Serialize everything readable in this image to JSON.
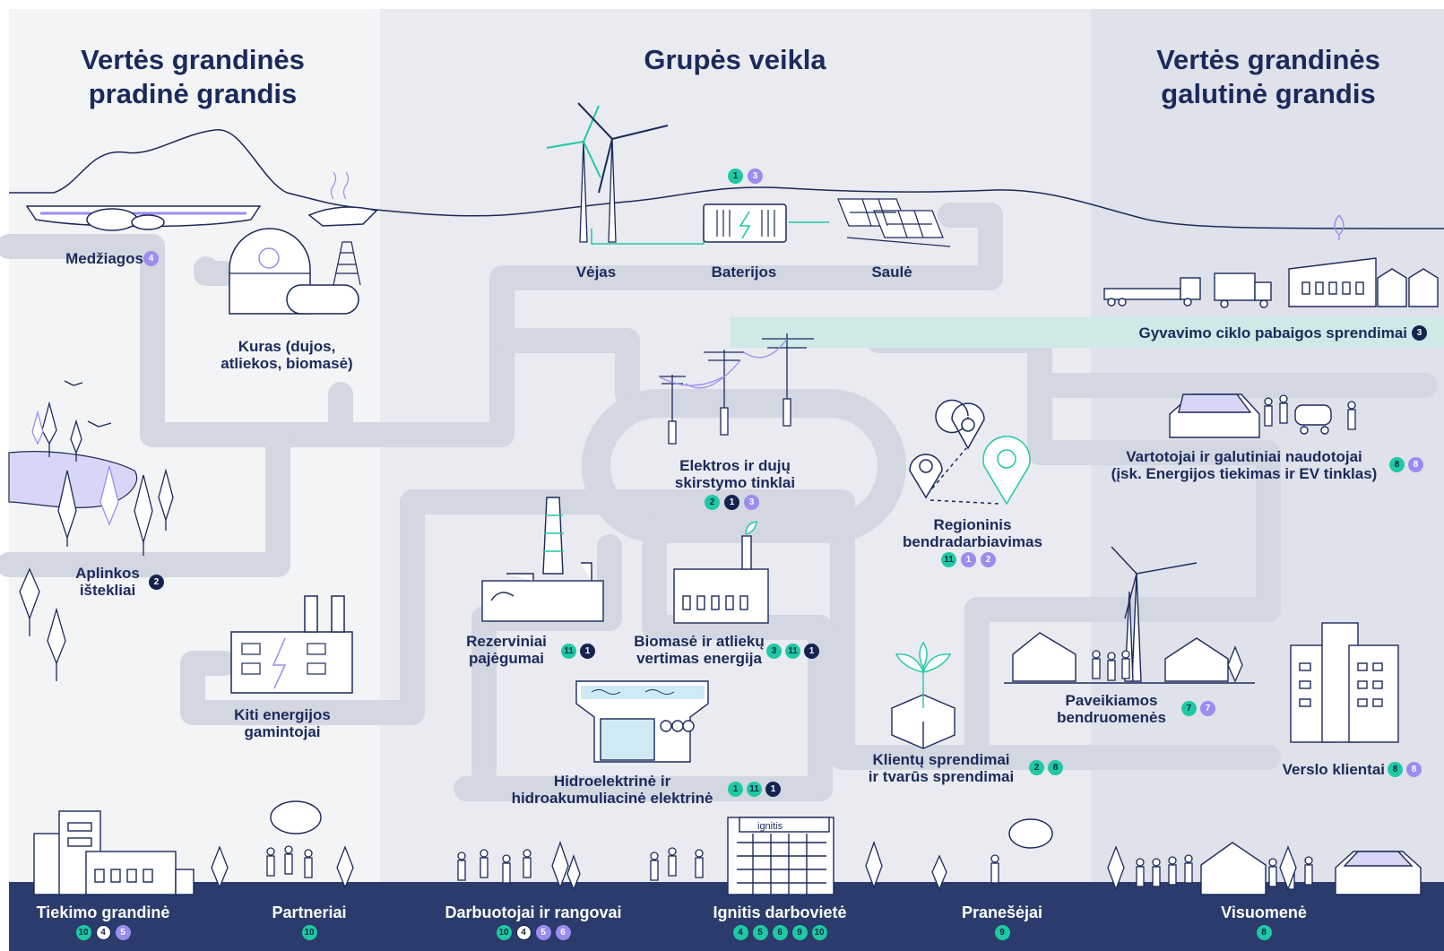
{
  "headers": {
    "left": "Vertės grandinės\npradinė grandis",
    "center": "Grupės veikla",
    "right": "Vertės grandinės\ngalutinė grandis"
  },
  "nodes": {
    "medziagos": {
      "label": "Medžiagos",
      "badges": [
        {
          "n": "4",
          "c": "p"
        }
      ]
    },
    "kuras": {
      "label": "Kuras (dujos,\natliekos, biomasė)",
      "badges": []
    },
    "aplinkos": {
      "label": "Aplinkos\ništekliai",
      "badges": [
        {
          "n": "2",
          "c": "n"
        }
      ]
    },
    "kiti": {
      "label": "Kiti energijos\ngamintojai",
      "badges": []
    },
    "vejas": {
      "label": "Vėjas",
      "badges": []
    },
    "baterijos": {
      "label": "Baterijos",
      "badges": []
    },
    "saule": {
      "label": "Saulė",
      "badges": []
    },
    "generation_badges": [
      {
        "n": "1",
        "c": "t"
      },
      {
        "n": "3",
        "c": "p"
      }
    ],
    "tinklai": {
      "label": "Elektros ir dujų\nskirstymo tinklai",
      "badges": [
        {
          "n": "2",
          "c": "t"
        },
        {
          "n": "1",
          "c": "n"
        },
        {
          "n": "3",
          "c": "p"
        }
      ]
    },
    "rezerviniai": {
      "label": "Rezerviniai\npajėgumai",
      "badges": [
        {
          "n": "11",
          "c": "t"
        },
        {
          "n": "1",
          "c": "n"
        }
      ]
    },
    "biomase": {
      "label": "Biomasė ir atliekų\nvertimas energija",
      "badges": [
        {
          "n": "3",
          "c": "t"
        },
        {
          "n": "11",
          "c": "t"
        },
        {
          "n": "1",
          "c": "n"
        }
      ]
    },
    "hidro": {
      "label": "Hidroelektrinė ir\nhidroakumuliacinė elektrinė",
      "badges": [
        {
          "n": "1",
          "c": "t"
        },
        {
          "n": "11",
          "c": "t"
        },
        {
          "n": "1",
          "c": "n"
        }
      ]
    },
    "regioninis": {
      "label": "Regioninis\nbendradarbiavimas",
      "badges": [
        {
          "n": "11",
          "c": "t"
        },
        {
          "n": "1",
          "c": "p"
        },
        {
          "n": "2",
          "c": "p"
        }
      ]
    },
    "klientu": {
      "label": "Klientų sprendimai\nir tvarūs sprendimai",
      "badges": [
        {
          "n": "2",
          "c": "t"
        },
        {
          "n": "8",
          "c": "t"
        }
      ]
    },
    "gyvavimo": {
      "label": "Gyvavimo ciklo pabaigos sprendimai",
      "badges": [
        {
          "n": "3",
          "c": "n"
        }
      ]
    },
    "vartotojai": {
      "label": "Vartotojai ir galutiniai naudotojai\n(įsk. Energijos tiekimas ir EV tinklas)",
      "badges": [
        {
          "n": "8",
          "c": "t"
        },
        {
          "n": "8",
          "c": "p"
        }
      ]
    },
    "paveikiamos": {
      "label": "Paveikiamos\nbendruomenės",
      "badges": [
        {
          "n": "7",
          "c": "t"
        },
        {
          "n": "7",
          "c": "p"
        }
      ]
    },
    "verslo": {
      "label": "Verslo klientai",
      "badges": [
        {
          "n": "8",
          "c": "t"
        },
        {
          "n": "8",
          "c": "p"
        }
      ]
    }
  },
  "bottom": [
    {
      "label": "Tiekimo grandinė",
      "badges": [
        {
          "n": "10",
          "c": "t"
        },
        {
          "n": "4",
          "c": "w"
        },
        {
          "n": "5",
          "c": "p"
        }
      ]
    },
    {
      "label": "Partneriai",
      "badges": [
        {
          "n": "10",
          "c": "t"
        }
      ]
    },
    {
      "label": "Darbuotojai ir rangovai",
      "badges": [
        {
          "n": "10",
          "c": "t"
        },
        {
          "n": "4",
          "c": "w"
        },
        {
          "n": "5",
          "c": "p"
        },
        {
          "n": "6",
          "c": "p"
        }
      ]
    },
    {
      "label": "Ignitis darbovietė",
      "badges": [
        {
          "n": "4",
          "c": "t"
        },
        {
          "n": "5",
          "c": "t"
        },
        {
          "n": "6",
          "c": "t"
        },
        {
          "n": "9",
          "c": "t"
        },
        {
          "n": "10",
          "c": "t"
        }
      ]
    },
    {
      "label": "Pranešėjai",
      "badges": [
        {
          "n": "9",
          "c": "t"
        }
      ]
    },
    {
      "label": "Visuomenė",
      "badges": [
        {
          "n": "8",
          "c": "t"
        }
      ]
    }
  ],
  "building_sign": "ignitis",
  "colors": {
    "navy": "#1b2a5b",
    "teal": "#1ec9a3",
    "purple": "#9b8cf0",
    "path": "#d7dbe4",
    "panel_left": "#f3f4f6",
    "panel_center": "#e9ebf0",
    "panel_right": "#dfe2ea",
    "bottom_band": "#2b3b6b"
  }
}
